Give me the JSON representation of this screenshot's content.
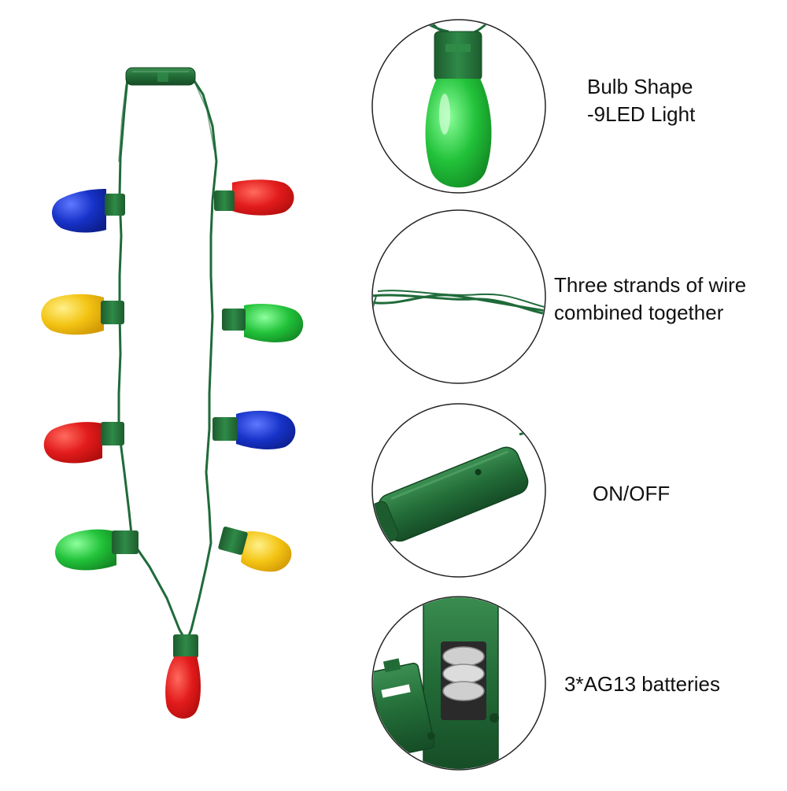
{
  "features": [
    {
      "lines": [
        "Bulb Shape",
        "-9LED Light"
      ]
    },
    {
      "lines": [
        "Three strands of wire",
        "combined together"
      ]
    },
    {
      "lines": [
        "ON/OFF"
      ]
    },
    {
      "lines": [
        "3*AG13 batteries"
      ]
    }
  ],
  "colors": {
    "background": "#ffffff",
    "wire": "#1f6b3a",
    "socket": "#2a7a3f",
    "socket_dark": "#1d5c2e",
    "bulb_red": "#e21b1b",
    "bulb_blue": "#1733c9",
    "bulb_yellow": "#f3c413",
    "bulb_green": "#22c23a",
    "circle_border": "#222222"
  },
  "necklace": {
    "bulb_colors": [
      "blue",
      "red",
      "yellow",
      "green",
      "red",
      "blue",
      "green",
      "yellow",
      "red"
    ],
    "bulb_count": 9
  },
  "icons": [
    "battery-case-icon",
    "bulb-icon",
    "wire-icon",
    "switch-icon",
    "battery-cells-icon"
  ]
}
